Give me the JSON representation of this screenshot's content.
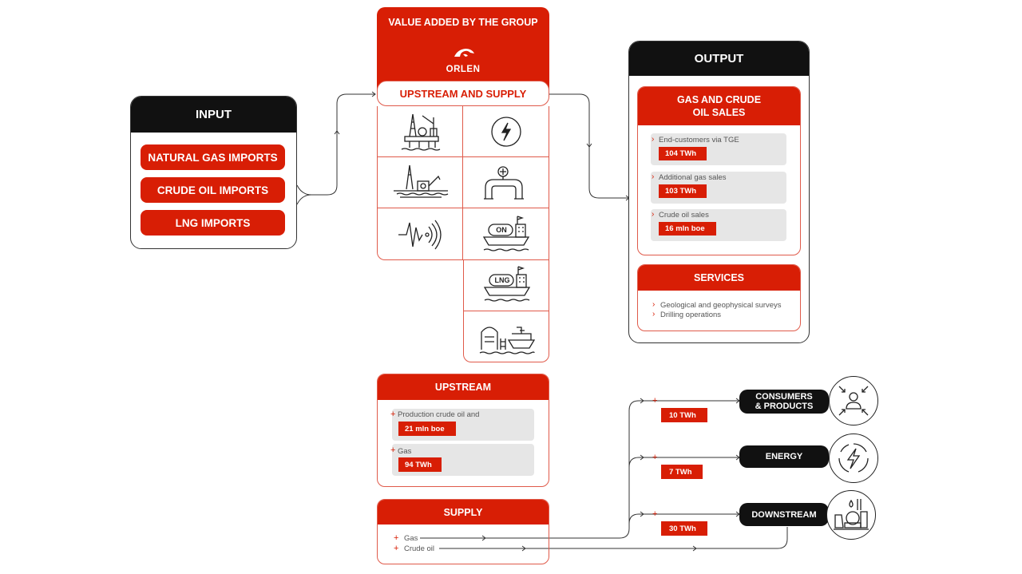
{
  "input": {
    "title": "INPUT",
    "items": [
      "NATURAL GAS IMPORTS",
      "CRUDE OIL IMPORTS",
      "LNG IMPORTS"
    ]
  },
  "value_added": {
    "title": "VALUE ADDED BY THE GROUP",
    "logo_text": "ORLEN",
    "subtitle": "UPSTREAM AND SUPPLY",
    "icon_badges": {
      "on": "ON",
      "lng": "LNG"
    }
  },
  "output": {
    "title": "OUTPUT",
    "gas_title_1": "GAS AND CRUDE",
    "gas_title_2": "OIL SALES",
    "sales": [
      {
        "label": "End-customers via TGE",
        "value": "104 TWh"
      },
      {
        "label": "Additional gas sales",
        "value": "103 TWh"
      },
      {
        "label": "Crude oil sales",
        "value": "16 mln boe"
      }
    ],
    "services_title": "SERVICES",
    "services": [
      "Geological and geophysical surveys",
      "Drilling operations"
    ]
  },
  "upstream": {
    "title": "UPSTREAM",
    "items": [
      {
        "label": "Production crude oil and",
        "value": "21 mln boe"
      },
      {
        "label": "Gas",
        "value": "94 TWh"
      }
    ]
  },
  "supply": {
    "title": "SUPPLY",
    "items": [
      "Gas",
      "Crude oil"
    ]
  },
  "flows": [
    {
      "value": "10 TWh",
      "target_1": "CONSUMERS",
      "target_2": "& PRODUCTS"
    },
    {
      "value": "7 TWh",
      "target_1": "ENERGY",
      "target_2": ""
    },
    {
      "value": "30 TWh",
      "target_1": "DOWNSTREAM",
      "target_2": ""
    }
  ],
  "colors": {
    "accent": "#d81e05",
    "dark": "#111111",
    "grey": "#e6e6e6"
  }
}
